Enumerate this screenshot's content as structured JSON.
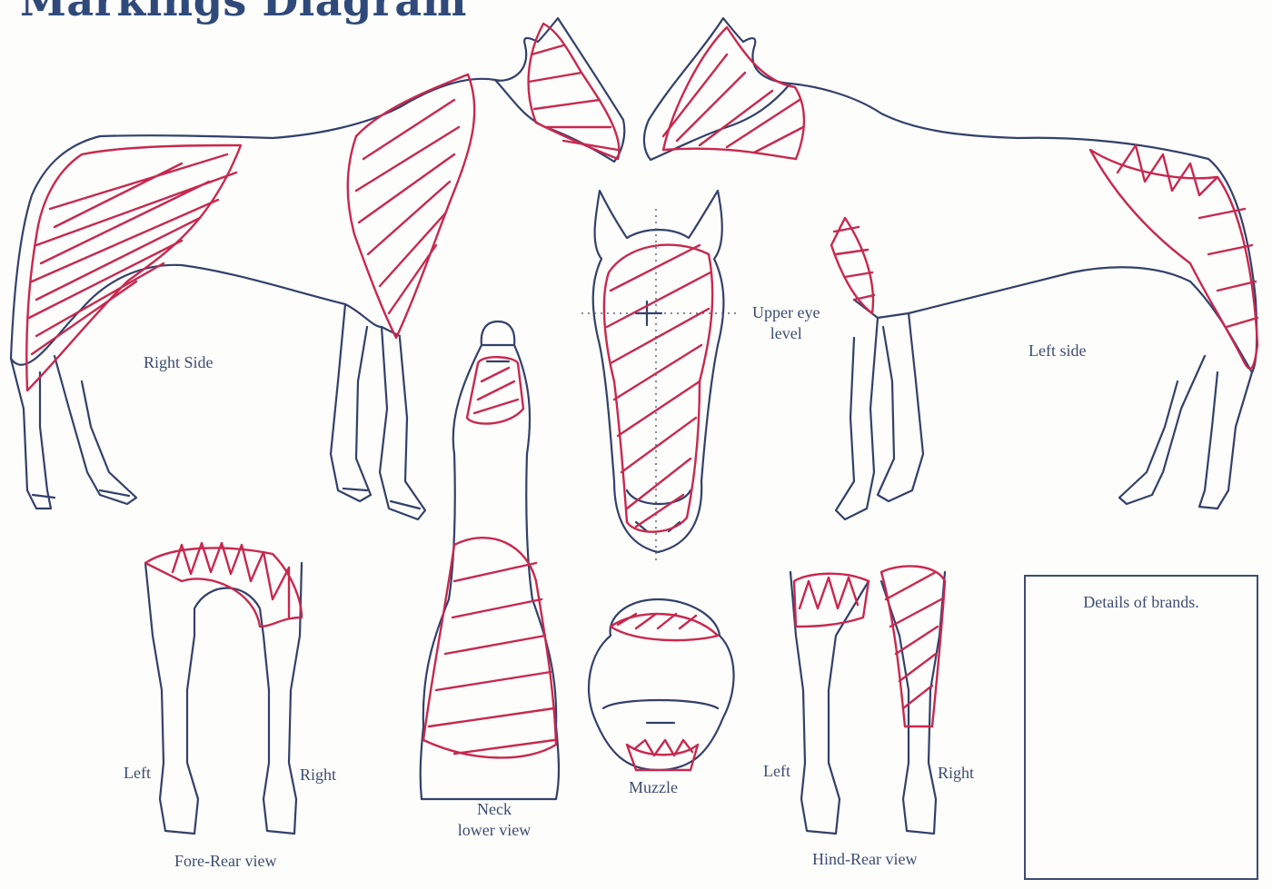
{
  "page": {
    "title": "Markings Diagram"
  },
  "labels": {
    "right_side": "Right Side",
    "left_side": "Left side",
    "upper_eye_level": [
      "Upper eye",
      "level"
    ],
    "neck_lower_view": [
      "Neck",
      "lower view"
    ],
    "muzzle": "Muzzle",
    "fore_left": "Left",
    "fore_right": "Right",
    "fore_rear_view": "Fore-Rear view",
    "hind_left": "Left",
    "hind_right": "Right",
    "hind_rear_view": "Hind-Rear view"
  },
  "brands_box": {
    "title": "Details of brands."
  },
  "colors": {
    "outline": "#33406b",
    "marking": "#c8284f",
    "title": "#2f4a7a",
    "label": "#3d4c72"
  }
}
